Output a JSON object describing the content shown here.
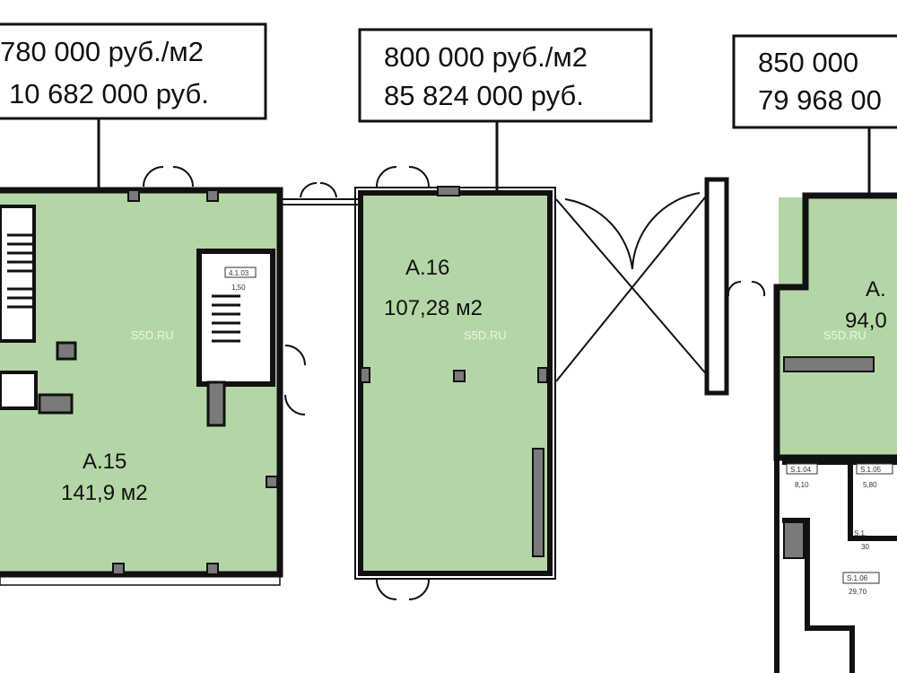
{
  "colors": {
    "room_fill": "#b4d6a6",
    "wall": "#111111",
    "column": "#7a7a7a"
  },
  "price_boxes": [
    {
      "price_per_m2": "780 000 руб./м2",
      "total": "10 682 000 руб."
    },
    {
      "price_per_m2": "800 000 руб./м2",
      "total": "85 824 000 руб."
    },
    {
      "price_per_m2": "850 000",
      "total": "79 968 00"
    }
  ],
  "rooms": [
    {
      "id": "А.15",
      "area": "141,9 м2"
    },
    {
      "id": "А.16",
      "area": "107,28 м2"
    },
    {
      "id": "А.",
      "area": "94,0"
    }
  ],
  "small_rooms": [
    {
      "id": "4.1.03",
      "area": "1,50"
    },
    {
      "id": "S.1.04",
      "area": "8,10"
    },
    {
      "id": "S.1.05",
      "area": "5,80"
    },
    {
      "id": "S.1.",
      "area": "30"
    },
    {
      "id": "S.1.06",
      "area": "29,70"
    }
  ],
  "watermark": "S5D.RU"
}
